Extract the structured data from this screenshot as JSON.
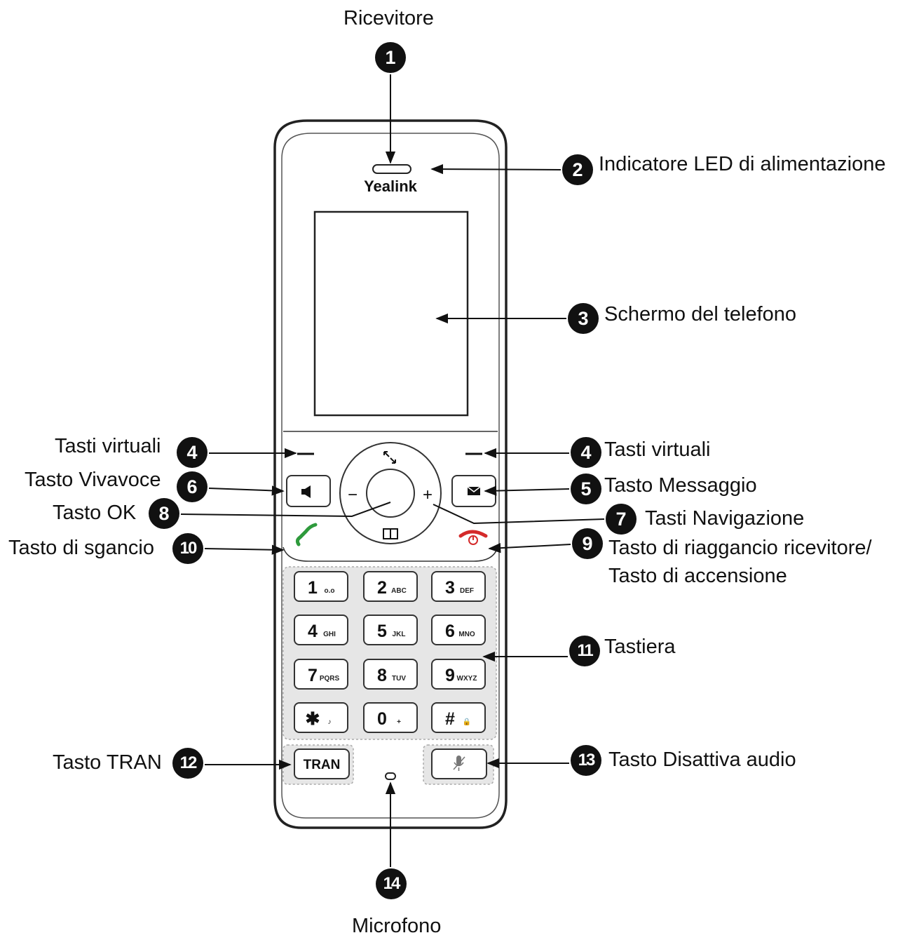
{
  "brand": "Yealink",
  "callouts": [
    {
      "id": "1",
      "label": "Ricevitore"
    },
    {
      "id": "2",
      "label": "Indicatore LED di alimentazione"
    },
    {
      "id": "3",
      "label": "Schermo del telefono"
    },
    {
      "id": "4",
      "label": "Tasti virtuali"
    },
    {
      "id": "4",
      "label": "Tasti virtuali"
    },
    {
      "id": "5",
      "label": "Tasto Messaggio"
    },
    {
      "id": "6",
      "label": "Tasto Vivavoce"
    },
    {
      "id": "7",
      "label": "Tasti Navigazione"
    },
    {
      "id": "8",
      "label": "Tasto OK"
    },
    {
      "id": "9",
      "label": "Tasto di riaggancio ricevitore/"
    },
    {
      "id": "9",
      "label": "Tasto di accensione"
    },
    {
      "id": "10",
      "label": "Tasto di sgancio"
    },
    {
      "id": "11",
      "label": "Tastiera"
    },
    {
      "id": "12",
      "label": "Tasto TRAN"
    },
    {
      "id": "13",
      "label": "Tasto Disattiva audio"
    },
    {
      "id": "14",
      "label": "Microfono"
    }
  ],
  "keypad": [
    {
      "digit": "1",
      "sub": "o.o"
    },
    {
      "digit": "2",
      "sub": "ABC"
    },
    {
      "digit": "3",
      "sub": "DEF"
    },
    {
      "digit": "4",
      "sub": "GHI"
    },
    {
      "digit": "5",
      "sub": "JKL"
    },
    {
      "digit": "6",
      "sub": "MNO"
    },
    {
      "digit": "7",
      "sub": "PQRS"
    },
    {
      "digit": "8",
      "sub": "TUV"
    },
    {
      "digit": "9",
      "sub": "WXYZ"
    },
    {
      "digit": "✱",
      "sub": "♪"
    },
    {
      "digit": "0",
      "sub": "+"
    },
    {
      "digit": "#",
      "sub": "🔒"
    }
  ],
  "keys": {
    "tran": "TRAN",
    "nav_minus": "−",
    "nav_plus": "+"
  },
  "colors": {
    "offhook_green": "#2e9a3c",
    "onhook_red": "#d42a2a",
    "keypad_bg": "#e6e6e6"
  }
}
